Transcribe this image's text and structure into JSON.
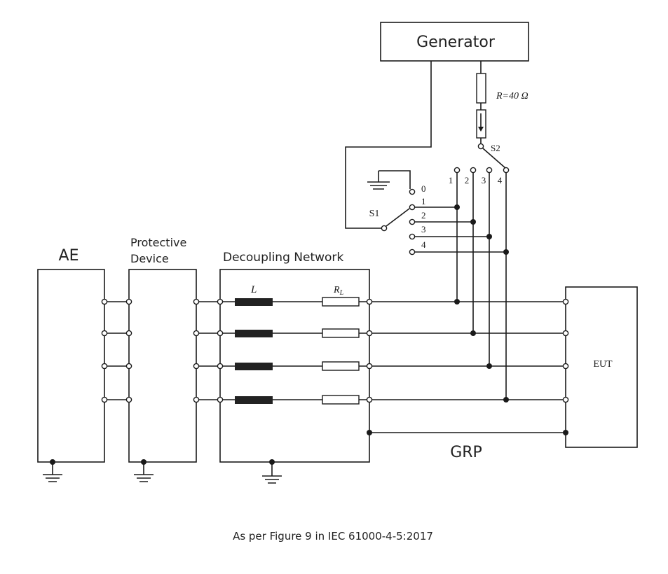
{
  "labels": {
    "generator": "Generator",
    "resistor": "R=40 Ω",
    "s2": "S2",
    "s1": "S1",
    "s1_positions": [
      "0",
      "1",
      "2",
      "3",
      "4"
    ],
    "s2_positions": [
      "1",
      "2",
      "3",
      "4"
    ],
    "ae": "AE",
    "protective_line1": "Protective",
    "protective_line2": "Device",
    "decoupling": "Decoupling Network",
    "inductor": "L",
    "load_resistor": "R",
    "load_resistor_sub": "L",
    "eut": "EUT",
    "grp": "GRP",
    "caption": "As per Figure 9 in IEC 61000-4-5:2017"
  }
}
